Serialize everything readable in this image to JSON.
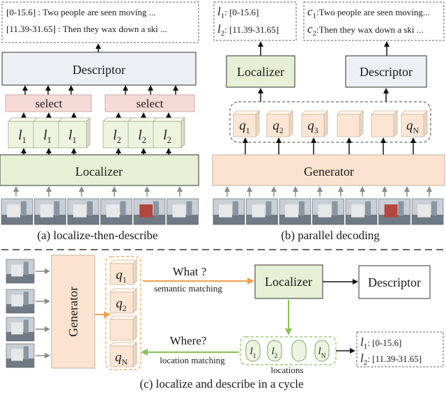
{
  "panel_a": {
    "caption_text": "(a) localize-then-describe",
    "output_line_1": "[0-15.6] : Two people are seen moving ...",
    "output_line_2": "[11.39-31.65] : Then they wax down a ski ...",
    "descriptor_label": "Descriptor",
    "select_label_1": "select",
    "select_label_2": "select",
    "token_letter": "l",
    "token_subs": [
      "1",
      "1",
      "1",
      "2",
      "2",
      "2"
    ],
    "localizer_label": "Localizer"
  },
  "panel_b": {
    "caption_text": "(b) parallel decoding",
    "loc_out_1_letter": "l",
    "loc_out_1_sub": "1",
    "loc_out_1_value": ": [0-15.6]",
    "loc_out_2_letter": "l",
    "loc_out_2_sub": "2",
    "loc_out_2_value": ": [11.39-31.65]",
    "desc_out_1_letter": "c",
    "desc_out_1_sub": "1",
    "desc_out_1_value": ":Two people are seen moving...",
    "desc_out_2_letter": "c",
    "desc_out_2_sub": "2",
    "desc_out_2_value": ":Then they wax down a ski ...",
    "localizer_label": "Localizer",
    "descriptor_label": "Descriptor",
    "query_letter": "q",
    "query_subs": [
      "1",
      "2",
      "3",
      "",
      "",
      "N"
    ],
    "generator_label": "Generator"
  },
  "panel_c": {
    "caption_text": "(c) localize and describe in a cycle",
    "generator_label": "Generator",
    "query_letter": "q",
    "query_subs": [
      "1",
      "2",
      "",
      "N"
    ],
    "what_label": "What ?",
    "semantic_label": "semantic matching",
    "localizer_label": "Localizer",
    "descriptor_label": "Descriptor",
    "where_label": "Where?",
    "location_matching_label": "location matching",
    "location_letter": "l",
    "location_subs": [
      "1",
      "2",
      "",
      "N"
    ],
    "locations_label": "locations",
    "result_1_letter": "l",
    "result_1_sub": "1",
    "result_1_value": ": [0-15.6]",
    "result_2_letter": "l",
    "result_2_sub": "2",
    "result_2_value": ": [11.39-31.65]"
  },
  "colors": {
    "descriptor_fill": "#eeeef5",
    "select_fill": "#f6dad6",
    "localizer_fill": "#e5f0d4",
    "token_fill": "#ecf4df",
    "generator_fill": "#fbe3cf",
    "query_fill": "#fce6d3",
    "orange_arrow": "#f0a050",
    "green_arrow": "#88c058",
    "grey_arrow": "#8a8a8a"
  }
}
